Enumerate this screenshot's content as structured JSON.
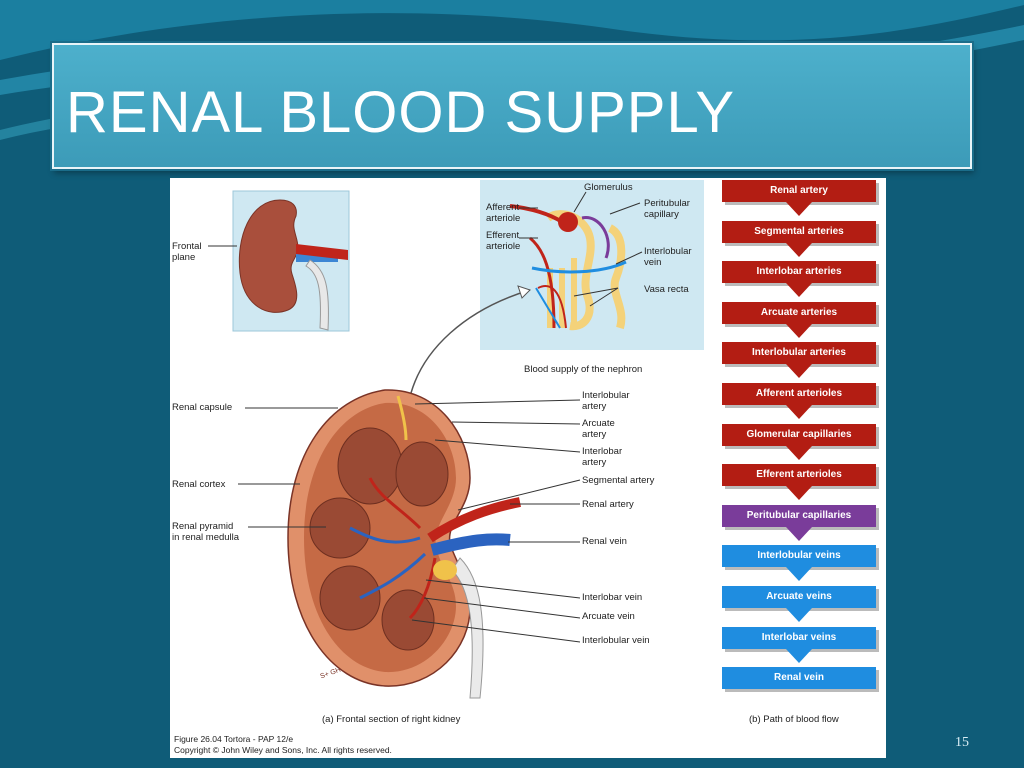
{
  "slide": {
    "title": "RENAL BLOOD SUPPLY",
    "number": "15"
  },
  "colors": {
    "artery_red": "#b31d13",
    "capillary_purple": "#7a3c9a",
    "vein_blue": "#1f8de0",
    "title_bar": "#45a6c2",
    "background": "#0f5c78"
  },
  "inset_kidney": {
    "label": "Frontal\nplane"
  },
  "nephron": {
    "labels": {
      "glomerulus": "Glomerulus",
      "afferent": "Afferent\narteriole",
      "efferent": "Efferent\narteriole",
      "peritubular": "Peritubular\ncapillary",
      "interlobular_vein": "Interlobular\nvein",
      "vasa_recta": "Vasa recta"
    },
    "caption": "Blood supply of the nephron"
  },
  "kidney_section": {
    "left_labels": {
      "capsule": "Renal capsule",
      "cortex": "Renal cortex",
      "pyramid": "Renal pyramid\nin renal medulla"
    },
    "right_labels": {
      "interlobular_artery": "Interlobular\nartery",
      "arcuate_artery": "Arcuate\nartery",
      "interlobar_artery": "Interlobar\nartery",
      "segmental_artery": "Segmental artery",
      "renal_artery": "Renal artery",
      "renal_vein": "Renal vein",
      "interlobar_vein": "Interlobar vein",
      "arcuate_vein": "Arcuate vein",
      "interlobular_vein": "Interlobular vein"
    },
    "caption": "(a) Frontal section of right kidney",
    "signature": "S+ GH"
  },
  "blood_flow": {
    "caption": "(b) Path of blood flow",
    "steps": [
      {
        "label": "Renal artery",
        "kind": "artery"
      },
      {
        "label": "Segmental arteries",
        "kind": "artery"
      },
      {
        "label": "Interlobar arteries",
        "kind": "artery"
      },
      {
        "label": "Arcuate arteries",
        "kind": "artery"
      },
      {
        "label": "Interlobular arteries",
        "kind": "artery"
      },
      {
        "label": "Afferent arterioles",
        "kind": "artery"
      },
      {
        "label": "Glomerular capillaries",
        "kind": "artery"
      },
      {
        "label": "Efferent arterioles",
        "kind": "artery"
      },
      {
        "label": "Peritubular capillaries",
        "kind": "capillary"
      },
      {
        "label": "Interlobular veins",
        "kind": "vein"
      },
      {
        "label": "Arcuate veins",
        "kind": "vein"
      },
      {
        "label": "Interlobar veins",
        "kind": "vein"
      },
      {
        "label": "Renal vein",
        "kind": "vein"
      }
    ]
  },
  "credits": {
    "figure": "Figure 26.04  Tortora - PAP 12/e",
    "copyright": "Copyright © John Wiley and Sons, Inc. All rights reserved."
  }
}
